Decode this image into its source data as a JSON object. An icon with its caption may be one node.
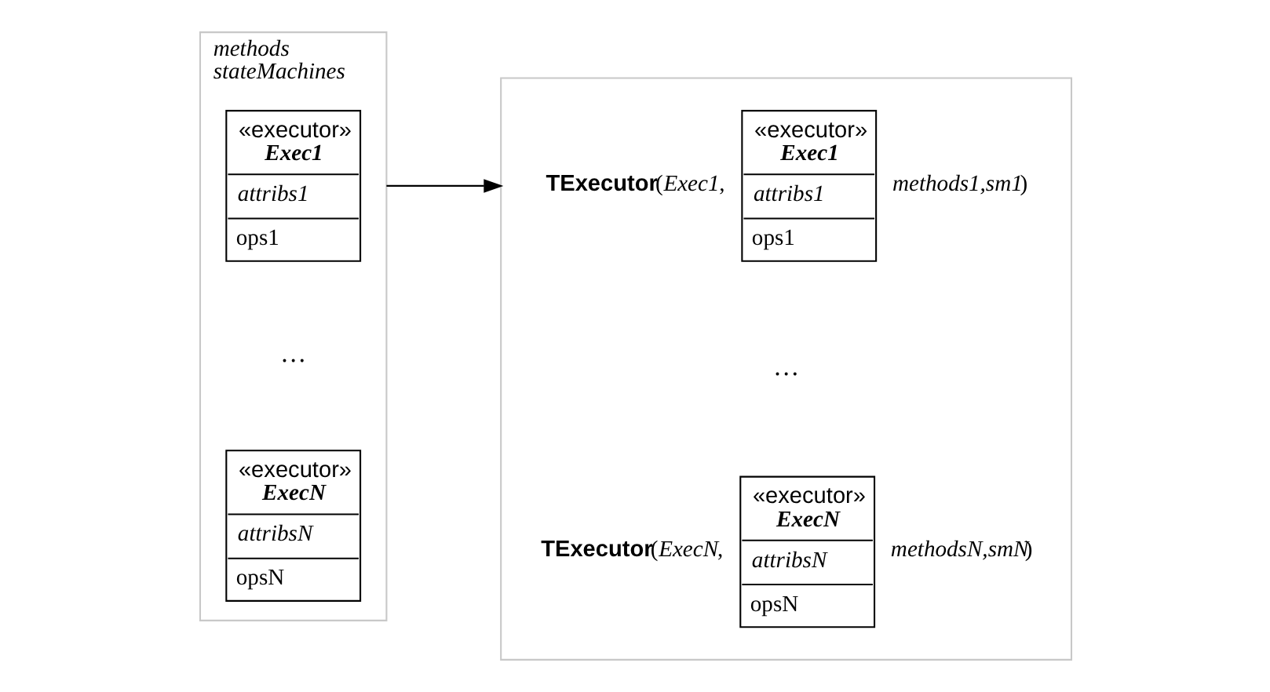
{
  "diagram": {
    "nodes": [
      {
        "text": [
          "methods",
          "stateMachines"
        ]
      },
      {
        "text": [
          "«executor»",
          "Exec1",
          "attribs1",
          "ops1"
        ],
        "in": 0
      },
      {
        "text": [
          "«executor»",
          "ExecN",
          "attribsN",
          "opsN"
        ],
        "in": 0
      },
      {
        "text": [],
        "shape": "box"
      },
      {
        "text": [
          "«executor»",
          "Exec1",
          "attribs1",
          "ops1"
        ],
        "in": 3,
        "beside": [
          "**TExecutor**(*Exec1*,",
          "*methods1,sm1*)"
        ]
      },
      {
        "text": [
          "«executor»",
          "ExecN",
          "attribsN",
          "opsN"
        ],
        "in": 3,
        "beside": [
          "**TExecutor**(*ExecN*,",
          "*methodsN,smN*)"
        ]
      }
    ],
    "edges": [
      {
        "from": 0,
        "to": 3,
        "arrow": "to"
      }
    ],
    "labels": [
      "…",
      "…"
    ]
  }
}
